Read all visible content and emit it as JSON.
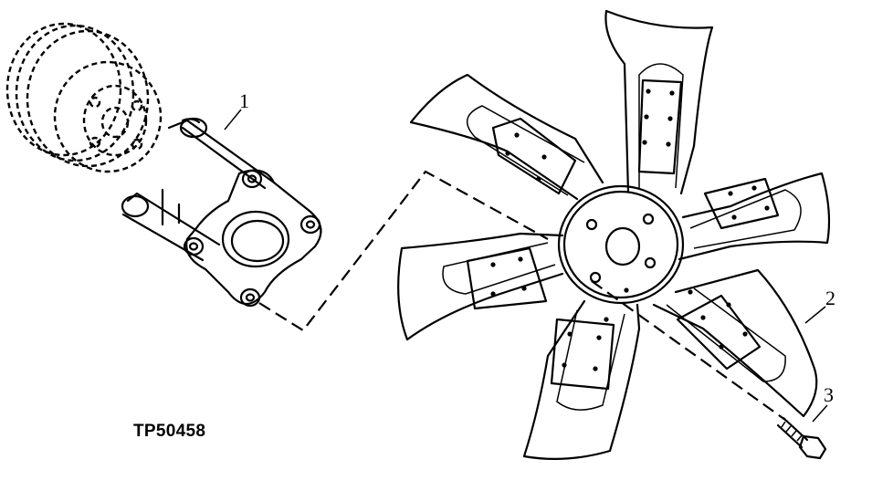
{
  "figure_id": "TP50458",
  "callouts": [
    {
      "number": "1",
      "part": "spacer"
    },
    {
      "number": "2",
      "part": "fan-blade"
    },
    {
      "number": "3",
      "part": "bolt"
    }
  ]
}
